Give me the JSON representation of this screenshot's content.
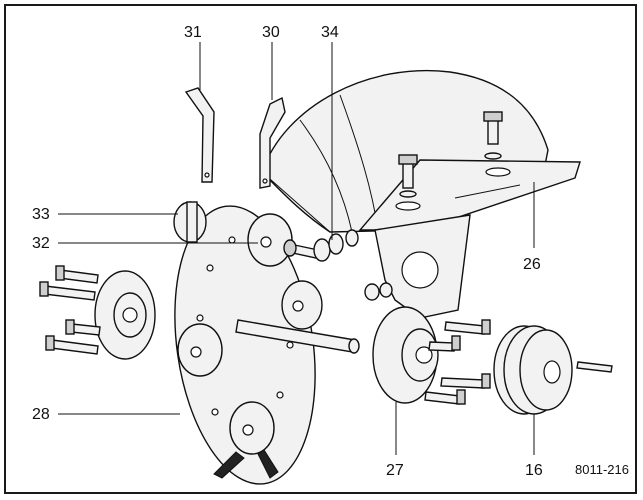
{
  "diagram": {
    "figure_code": "8011-216",
    "callouts": [
      {
        "id": "c31",
        "text": "31"
      },
      {
        "id": "c30",
        "text": "30"
      },
      {
        "id": "c34",
        "text": "34"
      },
      {
        "id": "c33",
        "text": "33"
      },
      {
        "id": "c32",
        "text": "32"
      },
      {
        "id": "c26",
        "text": "26"
      },
      {
        "id": "c28",
        "text": "28"
      },
      {
        "id": "c27",
        "text": "27"
      },
      {
        "id": "c16",
        "text": "16"
      }
    ]
  }
}
